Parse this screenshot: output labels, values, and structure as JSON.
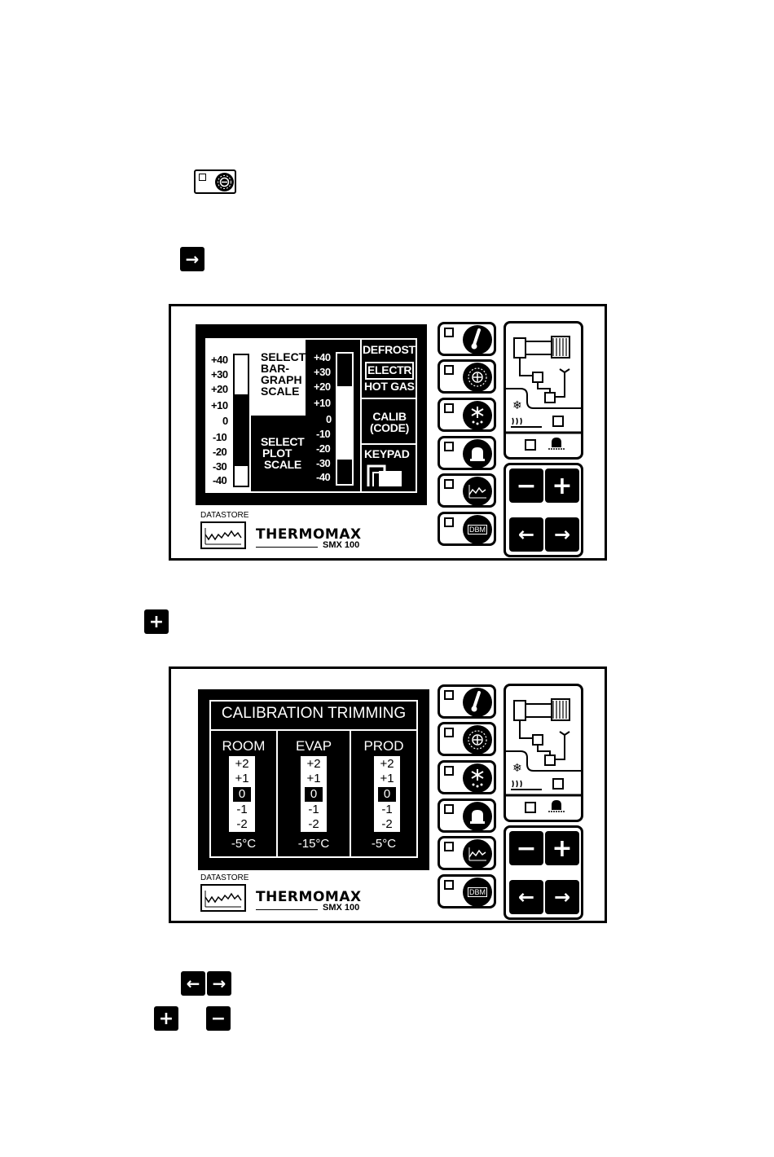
{
  "instruction_icons": {
    "step1_key": "setup-key",
    "step2_key": "→",
    "step3_key": "+",
    "step4_keys": [
      "←",
      "→"
    ],
    "step5_keys": [
      "+",
      "−"
    ]
  },
  "panel1": {
    "left_scale": [
      "+40",
      "+30",
      "+20",
      "+10",
      "0",
      "-10",
      "-20",
      "-30",
      "-40"
    ],
    "bar_graph_label": [
      "SELECT",
      "BAR-",
      "GRAPH",
      "SCALE"
    ],
    "plot_label": [
      "SELECT",
      "PLOT",
      "SCALE"
    ],
    "right_scale": [
      "+40",
      "+30",
      "+20",
      "+10",
      "0",
      "-10",
      "-20",
      "-30",
      "-40"
    ],
    "defrost_title": "DEFROST",
    "defrost_options": [
      "ELECTR",
      "HOT GAS"
    ],
    "calib": [
      "CALIB",
      "(CODE)"
    ],
    "keypad": "KEYPAD",
    "datastore": "DATASTORE",
    "brand": "THERMOMAX",
    "model": "SMX 100",
    "right_buttons": [
      "thermometer-icon",
      "fan-icon",
      "snowflake-icon",
      "alarm-bell-icon",
      "graph-icon",
      "dbm-icon"
    ],
    "dbm_label": "DBM",
    "keys": [
      "−",
      "+",
      "←",
      "→"
    ]
  },
  "panel2": {
    "title": "CALIBRATION TRIMMING",
    "columns": [
      {
        "name": "ROOM",
        "values": [
          "+2",
          "+1",
          "0",
          "-1",
          "-2"
        ],
        "selected": "0",
        "reading": "-5°C"
      },
      {
        "name": "EVAP",
        "values": [
          "+2",
          "+1",
          "0",
          "-1",
          "-2"
        ],
        "selected": "0",
        "reading": "-15°C"
      },
      {
        "name": "PROD",
        "values": [
          "+2",
          "+1",
          "0",
          "-1",
          "-2"
        ],
        "selected": "0",
        "reading": "-5°C"
      }
    ],
    "datastore": "DATASTORE",
    "brand": "THERMOMAX",
    "model": "SMX 100",
    "dbm_label": "DBM",
    "keys": [
      "−",
      "+",
      "←",
      "→"
    ]
  }
}
